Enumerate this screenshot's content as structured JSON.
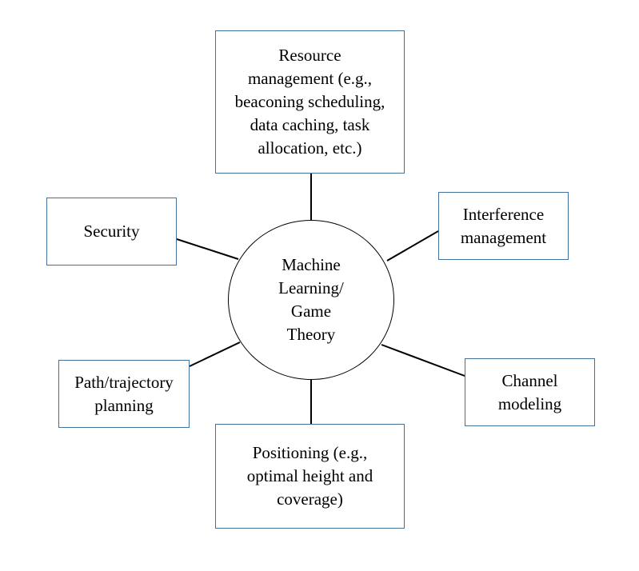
{
  "hub": {
    "label": "Machine\nLearning/\nGame\nTheory"
  },
  "nodes": {
    "resource": "Resource\nmanagement (e.g.,\nbeaconing scheduling,\ndata caching, task\nallocation, etc.)",
    "interference": "Interference\nmanagement",
    "channel": "Channel\nmodeling",
    "positioning": "Positioning (e.g.,\noptimal height and\ncoverage)",
    "path": "Path/trajectory\nplanning",
    "security": "Security"
  },
  "colors": {
    "box_border": "#41719c",
    "line": "#000000"
  }
}
